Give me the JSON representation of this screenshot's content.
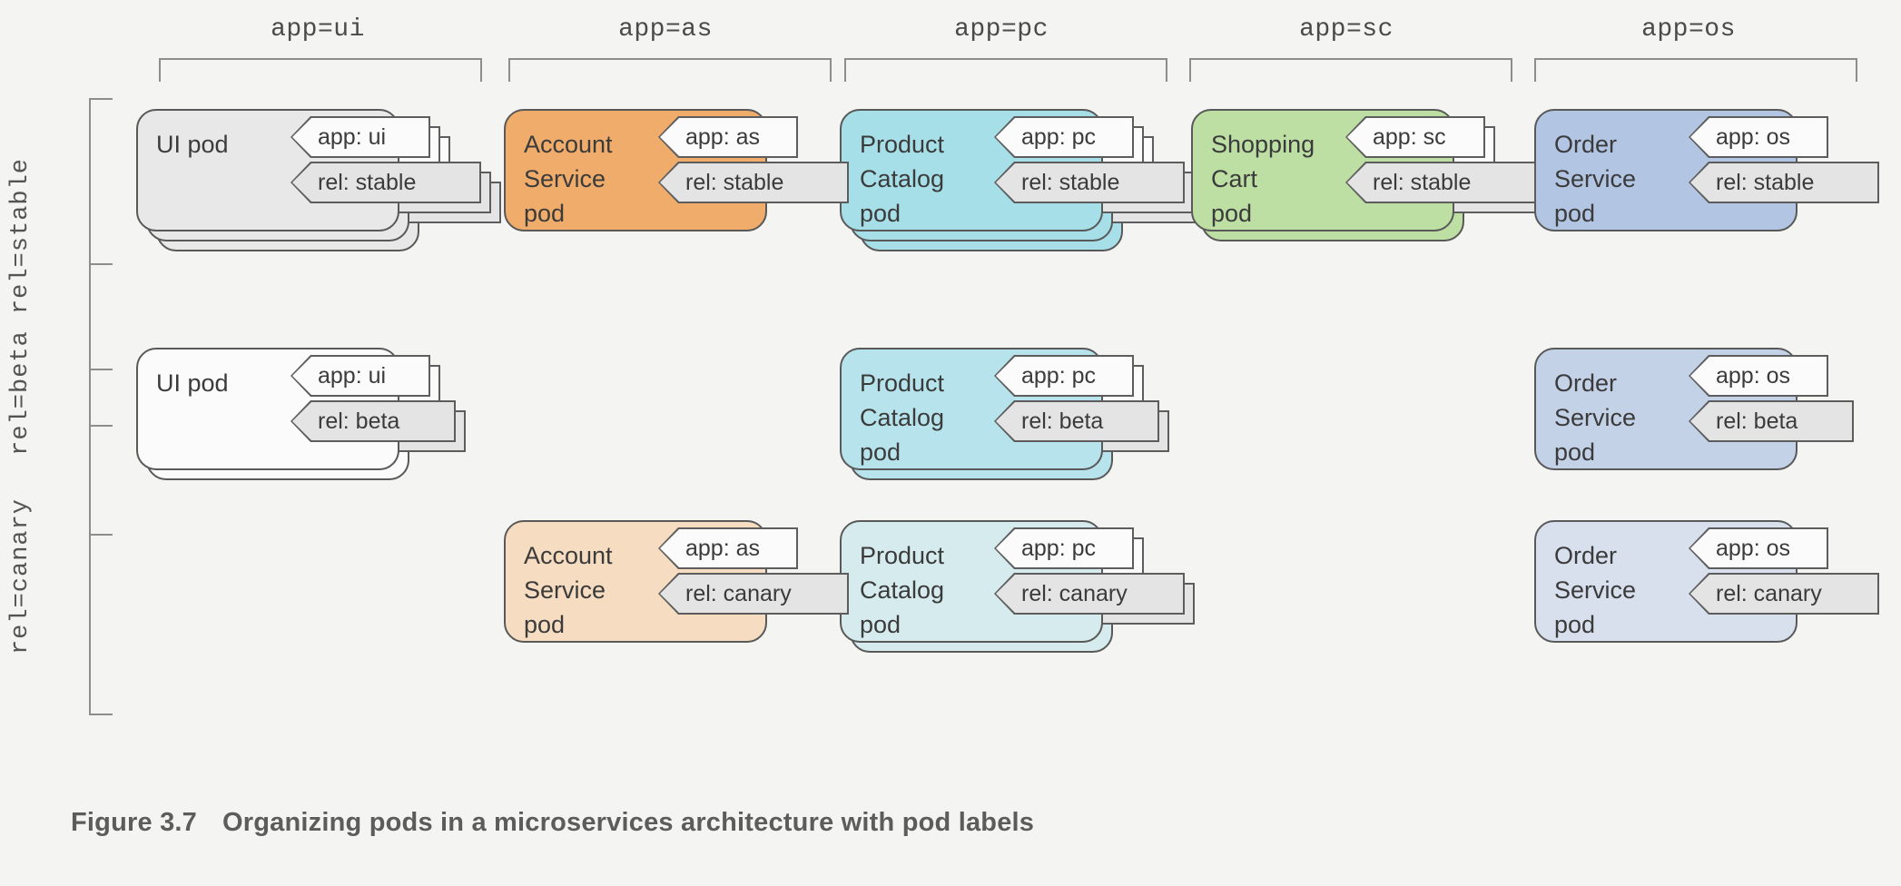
{
  "figure": {
    "number": "Figure 3.7",
    "caption": "Organizing pods in a microservices architecture with pod labels"
  },
  "columns": [
    {
      "id": "ui",
      "header": "app=ui"
    },
    {
      "id": "as",
      "header": "app=as"
    },
    {
      "id": "pc",
      "header": "app=pc"
    },
    {
      "id": "sc",
      "header": "app=sc"
    },
    {
      "id": "os",
      "header": "app=os"
    }
  ],
  "rows": [
    {
      "id": "stable",
      "label": "rel=stable"
    },
    {
      "id": "beta",
      "label": "rel=beta"
    },
    {
      "id": "canary",
      "label": "rel=canary"
    }
  ],
  "colors": {
    "background": "#f4f4f2",
    "stroke": "#595959",
    "ui_stable": "#e8e8e8",
    "ui_beta": "#fbfbfb",
    "as_stable": "#f0ac6b",
    "as_canary": "#f6dcc0",
    "pc_stable": "#a6dfe8",
    "pc_beta": "#b7e4ec",
    "pc_canary": "#d5ebed",
    "sc_stable": "#bddfa3",
    "os_stable": "#b2c5e3",
    "os_beta": "#c4d2e8",
    "os_canary": "#d8e0ee",
    "tag_app_fill": "#fbfbfb",
    "tag_rel_fill": "#e4e4e4"
  },
  "pods": [
    {
      "name": "ui-stable",
      "column": "ui",
      "row": "stable",
      "title": "UI pod",
      "fill": "#e8e8e8",
      "stack": 3,
      "labels": [
        {
          "key": "app",
          "text": "app: ui",
          "fill": "#fbfbfb"
        },
        {
          "key": "rel",
          "text": "rel: stable",
          "fill": "#e4e4e4"
        }
      ]
    },
    {
      "name": "as-stable",
      "column": "as",
      "row": "stable",
      "title": "Account\nService\npod",
      "fill": "#f0ac6b",
      "stack": 1,
      "labels": [
        {
          "key": "app",
          "text": "app: as",
          "fill": "#fbfbfb"
        },
        {
          "key": "rel",
          "text": "rel: stable",
          "fill": "#e4e4e4"
        }
      ]
    },
    {
      "name": "pc-stable",
      "column": "pc",
      "row": "stable",
      "title": "Product\nCatalog\npod",
      "fill": "#a6dfe8",
      "stack": 3,
      "labels": [
        {
          "key": "app",
          "text": "app: pc",
          "fill": "#fbfbfb"
        },
        {
          "key": "rel",
          "text": "rel: stable",
          "fill": "#e4e4e4"
        }
      ]
    },
    {
      "name": "sc-stable",
      "column": "sc",
      "row": "stable",
      "title": "Shopping\nCart\npod",
      "fill": "#bddfa3",
      "stack": 2,
      "labels": [
        {
          "key": "app",
          "text": "app: sc",
          "fill": "#fbfbfb"
        },
        {
          "key": "rel",
          "text": "rel: stable",
          "fill": "#e4e4e4"
        }
      ]
    },
    {
      "name": "os-stable",
      "column": "os",
      "row": "stable",
      "title": "Order\nService\npod",
      "fill": "#b2c5e3",
      "stack": 1,
      "labels": [
        {
          "key": "app",
          "text": "app: os",
          "fill": "#fbfbfb"
        },
        {
          "key": "rel",
          "text": "rel: stable",
          "fill": "#e4e4e4"
        }
      ]
    },
    {
      "name": "ui-beta",
      "column": "ui",
      "row": "beta",
      "title": "UI pod",
      "fill": "#fbfbfb",
      "stack": 2,
      "labels": [
        {
          "key": "app",
          "text": "app: ui",
          "fill": "#fbfbfb"
        },
        {
          "key": "rel",
          "text": "rel: beta",
          "fill": "#e4e4e4"
        }
      ]
    },
    {
      "name": "pc-beta",
      "column": "pc",
      "row": "beta",
      "title": "Product\nCatalog\npod",
      "fill": "#b7e4ec",
      "stack": 2,
      "labels": [
        {
          "key": "app",
          "text": "app: pc",
          "fill": "#fbfbfb"
        },
        {
          "key": "rel",
          "text": "rel: beta",
          "fill": "#e4e4e4"
        }
      ]
    },
    {
      "name": "os-beta",
      "column": "os",
      "row": "beta",
      "title": "Order\nService\npod",
      "fill": "#c4d2e8",
      "stack": 1,
      "labels": [
        {
          "key": "app",
          "text": "app: os",
          "fill": "#fbfbfb"
        },
        {
          "key": "rel",
          "text": "rel: beta",
          "fill": "#e4e4e4"
        }
      ]
    },
    {
      "name": "as-canary",
      "column": "as",
      "row": "canary",
      "title": "Account\nService\npod",
      "fill": "#f6dcc0",
      "stack": 1,
      "labels": [
        {
          "key": "app",
          "text": "app: as",
          "fill": "#fbfbfb"
        },
        {
          "key": "rel",
          "text": "rel: canary",
          "fill": "#e4e4e4"
        }
      ]
    },
    {
      "name": "pc-canary",
      "column": "pc",
      "row": "canary",
      "title": "Product\nCatalog\npod",
      "fill": "#d5ebed",
      "stack": 2,
      "labels": [
        {
          "key": "app",
          "text": "app: pc",
          "fill": "#fbfbfb"
        },
        {
          "key": "rel",
          "text": "rel: canary",
          "fill": "#e4e4e4"
        }
      ]
    },
    {
      "name": "os-canary",
      "column": "os",
      "row": "canary",
      "title": "Order\nService\npod",
      "fill": "#d8e0ee",
      "stack": 1,
      "labels": [
        {
          "key": "app",
          "text": "app: os",
          "fill": "#fbfbfb"
        },
        {
          "key": "rel",
          "text": "rel: canary",
          "fill": "#e4e4e4"
        }
      ]
    }
  ]
}
